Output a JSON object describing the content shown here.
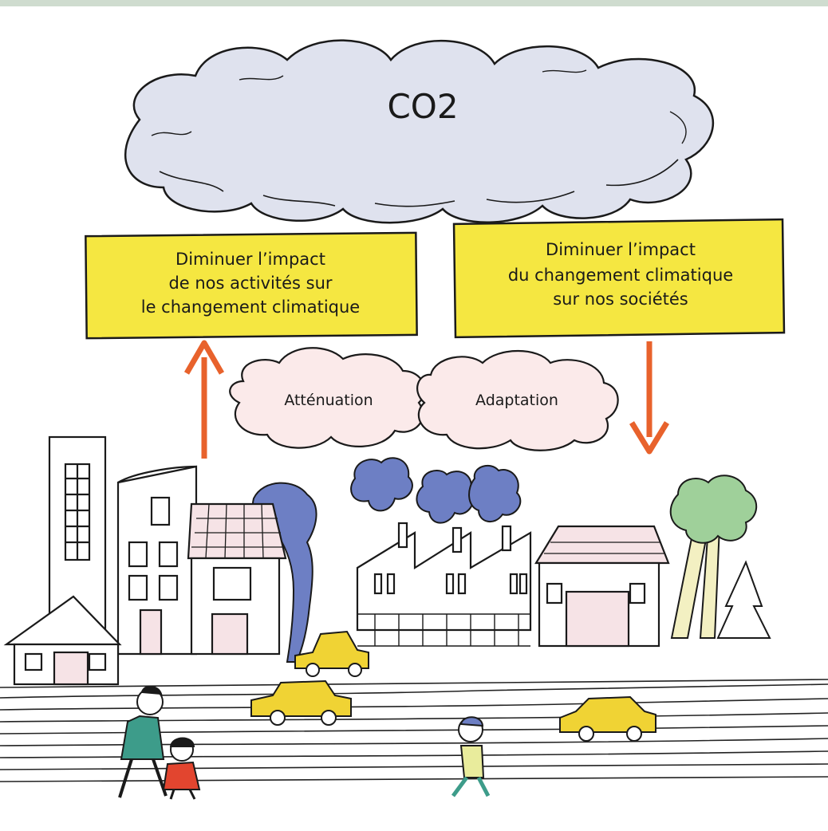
{
  "colors": {
    "top_band": "#cfdccf",
    "co2_cloud": "#dfe2ee",
    "small_clouds": "#fbeaea",
    "yellow_box": "#f5e741",
    "arrow": "#e8622c",
    "smoke": "#6d7fc4",
    "car": "#f0d334",
    "road_lines": "#222222",
    "tree_green": "#9fd09a",
    "adult_coat": "#3d9c8a",
    "child_coat": "#e2452f",
    "kid_shirt": "#e9ec9c"
  },
  "co2": {
    "label": "CO2"
  },
  "mitigation_box": {
    "lines": [
      "Diminuer l’impact",
      "de nos activités sur",
      "le changement climatique"
    ]
  },
  "adaptation_box": {
    "lines": [
      "Diminuer l’impact",
      "du changement climatique",
      "sur nos sociétés"
    ]
  },
  "clouds": {
    "attenuation": "Atténuation",
    "adaptation": "Adaptation"
  },
  "icons": {
    "up_arrow": "arrow-up-icon",
    "down_arrow": "arrow-down-icon"
  }
}
